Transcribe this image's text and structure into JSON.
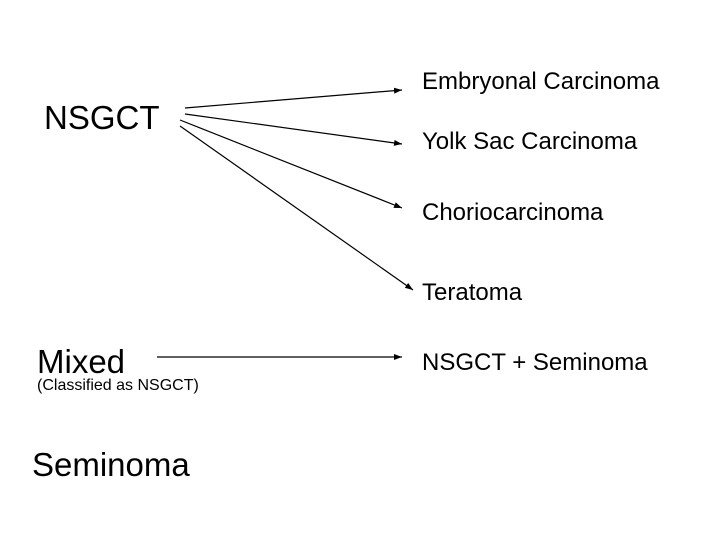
{
  "left": {
    "nsgct": "NSGCT",
    "mixed": "Mixed",
    "mixed_note": "(Classified as NSGCT)",
    "seminoma": "Seminoma"
  },
  "right": {
    "items": [
      "Embryonal Carcinoma",
      "Yolk Sac Carcinoma",
      "Choriocarcinoma",
      "Teratoma",
      "NSGCT + Seminoma"
    ]
  },
  "edges": [
    {
      "from": "NSGCT",
      "to": "Embryonal Carcinoma"
    },
    {
      "from": "NSGCT",
      "to": "Yolk Sac Carcinoma"
    },
    {
      "from": "NSGCT",
      "to": "Choriocarcinoma"
    },
    {
      "from": "NSGCT",
      "to": "Teratoma"
    },
    {
      "from": "Mixed",
      "to": "NSGCT + Seminoma"
    }
  ]
}
